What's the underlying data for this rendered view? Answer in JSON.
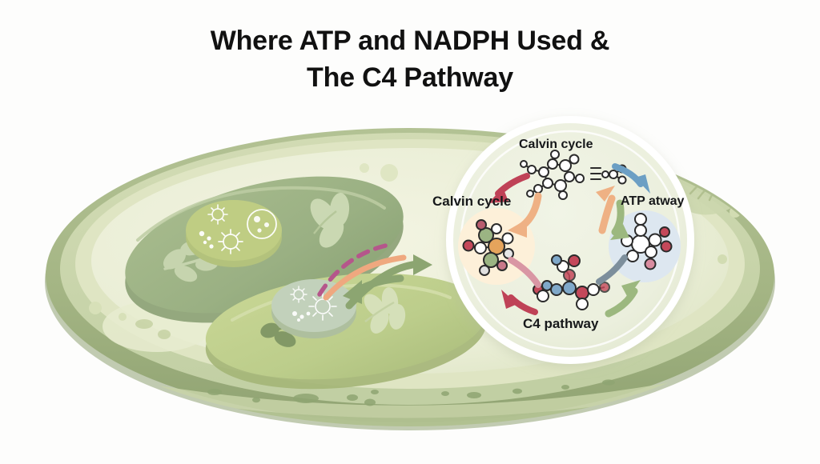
{
  "title": {
    "line1": "Where ATP and NADPH Used &",
    "line2": "The C4 Pathway"
  },
  "inset": {
    "label_top": "Calvin cycle",
    "label_left": "Calvin cycle",
    "label_right": "ATP atway",
    "label_bottom": "C4 pathway"
  },
  "colors": {
    "background": "#fdfdfc",
    "title_text": "#111111",
    "cell_wall_outer": "#9aab7e",
    "cell_wall_mid": "#c2cfa5",
    "cell_wall_inner": "#d9e0bd",
    "cytoplasm": "#eef0dc",
    "chloroplast_upper": "#9cb184",
    "chloroplast_lower": "#bfcf8e",
    "stroma_upper": "#bccb80",
    "stroma_lower": "#c3d3b6",
    "inset_ring": "#ffffff",
    "inset_fill": "#edf1e0",
    "calvin_disc": "#fdf0d9",
    "atp_disc": "#dde7f0",
    "arrow_crimson": "#bf4257",
    "arrow_orange": "#efb184",
    "arrow_blue": "#6c9fc4",
    "arrow_green": "#9cb87f",
    "arrow_pink": "#d996a4",
    "arrow_slate": "#7d8f9c",
    "arrow_magenta_dashed": "#b5568b",
    "atom_red": "#c4485a",
    "atom_blue": "#7fa8c9",
    "atom_green": "#9bb483",
    "atom_orange": "#e5a45c",
    "atom_pink": "#d98ca0",
    "atom_white": "#ffffff",
    "bond_stroke": "#2b2b2b"
  },
  "illustration": {
    "cell_shape": "rounded-ellipse-plant-cell",
    "organelles": [
      {
        "name": "chloroplast-upper",
        "motifs": [
          "starburst",
          "vesicle-cluster",
          "leaf-sprig"
        ]
      },
      {
        "name": "chloroplast-lower",
        "motifs": [
          "sun",
          "starburst-small",
          "leaf-sprig",
          "dark-leaf"
        ]
      }
    ],
    "transport_arrows": [
      {
        "name": "dashed-magenta-arrow",
        "style": "dashed"
      },
      {
        "name": "orange-transport-arrow",
        "style": "solid"
      },
      {
        "name": "green-arrow-right",
        "style": "solid"
      },
      {
        "name": "green-arrow-down-left",
        "style": "solid"
      }
    ]
  },
  "molecules": {
    "top": {
      "name": "ring-sugar-molecule",
      "atoms": 12
    },
    "left": {
      "name": "calvin-intermediate-molecule",
      "atoms": 11
    },
    "right": {
      "name": "atp-molecule",
      "atoms": 11
    },
    "bottom": {
      "name": "c4-acid-molecule",
      "atoms": 13
    }
  }
}
